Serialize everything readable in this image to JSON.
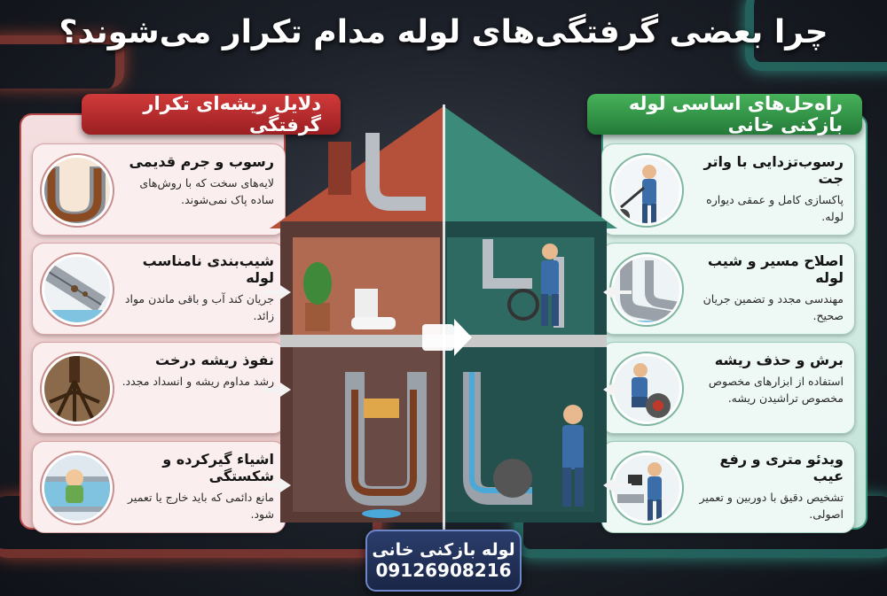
{
  "title": "چرا بعضی گرفتگی‌های لوله مدام تکرار می‌شوند؟",
  "left_section": {
    "heading": "دلایل ریشه‌ای تکرار گرفتگی",
    "items": [
      {
        "title": "رسوب و جرم قدیمی",
        "text": "لایه‌های سخت که با روش‌های ساده پاک نمی‌شوند.",
        "icon": "scaled-pipe-icon"
      },
      {
        "title": "شیب‌بندی نامناسب لوله",
        "text": "جریان کند آب و باقی ماندن مواد زائد.",
        "icon": "sloped-pipe-icon"
      },
      {
        "title": "نفوذ ریشه درخت",
        "text": "رشد مداوم ریشه و انسداد مجدد.",
        "icon": "tree-root-icon"
      },
      {
        "title": "اشیاء گیرکرده و شکستگی",
        "text": "مانع دائمی که باید خارج یا تعمیر شود.",
        "icon": "toy-in-pipe-icon"
      }
    ]
  },
  "right_section": {
    "heading": "راه‌حل‌های اساسی لوله بازکنی خانی",
    "items": [
      {
        "title": "رسوب‌تزدایی با واتر جت",
        "text": "پاکسازی کامل و عمقی دیواره لوله.",
        "icon": "water-jet-worker-icon"
      },
      {
        "title": "اصلاح مسیر و شیب لوله",
        "text": "مهندسی مجدد و تضمین جریان صحیح.",
        "icon": "corrected-pipe-icon"
      },
      {
        "title": "برش و حذف ریشه",
        "text": "استفاده از ابزارهای مخصوص مخصوص تراشیدن ریشه.",
        "icon": "root-cutter-worker-icon"
      },
      {
        "title": "ویدئو متری و رفع عیب",
        "text": "تشخیص دقیق با دوربین و تعمیر اصولی.",
        "icon": "video-inspection-worker-icon"
      }
    ]
  },
  "brand": {
    "name": "لوله بازکنی خانی",
    "phone": "09126908216"
  },
  "colors": {
    "problem_red": "#b92a2c",
    "solution_green": "#2f8a45",
    "brand_navy": "#1f2d55"
  }
}
